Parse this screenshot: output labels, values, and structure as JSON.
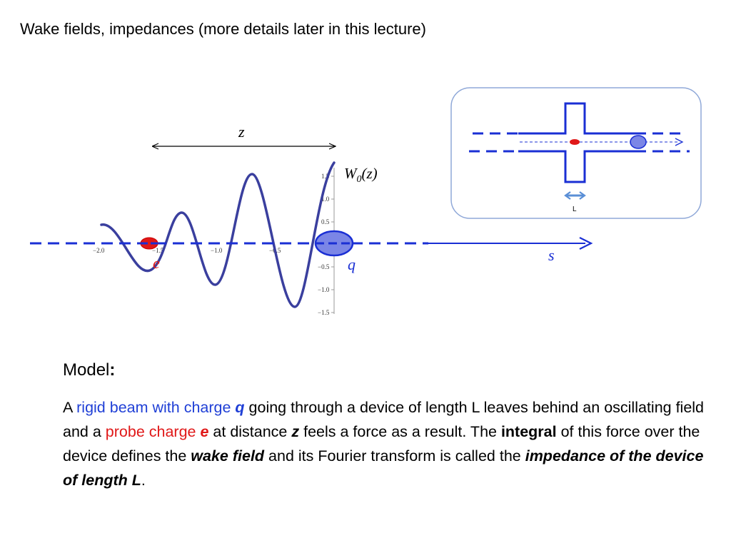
{
  "title": "Wake fields, impedances (more details later in this lecture)",
  "diagram": {
    "distance_label": "z",
    "wake_label_main": "W",
    "wake_label_sub": "0",
    "wake_label_arg": "(z)",
    "probe_label": "e",
    "beam_label": "q",
    "axis_label": "s",
    "device_length_label": "L",
    "x_ticks": [
      "−2.0",
      "−1.5",
      "−1.0",
      "−0.5"
    ],
    "y_ticks": [
      "1.5",
      "1.0",
      "0.5",
      "−0.5",
      "−1.0",
      "−1.5"
    ],
    "colors": {
      "beam": "#1a2fd4",
      "wake": "#3a3f9e",
      "probe": "#e01818",
      "beam_fill": "#7b86e6"
    }
  },
  "model": {
    "heading": "Model",
    "heading_colon": ":",
    "p_1": "A ",
    "p_rigid": "rigid beam with charge ",
    "p_q": "q",
    "p_2": " going through a device of length L leaves behind an oscillating field and a ",
    "p_probe": "probe charge ",
    "p_e": "e",
    "p_3": " at distance ",
    "p_z": "z",
    "p_4": " feels a force as a result. The ",
    "p_integral": "integral",
    "p_5": " of this force over the device defines the ",
    "p_wake": "wake field",
    "p_6": " and its Fourier transform is called the ",
    "p_impedance": "impedance of the device of length L",
    "p_7": "."
  }
}
